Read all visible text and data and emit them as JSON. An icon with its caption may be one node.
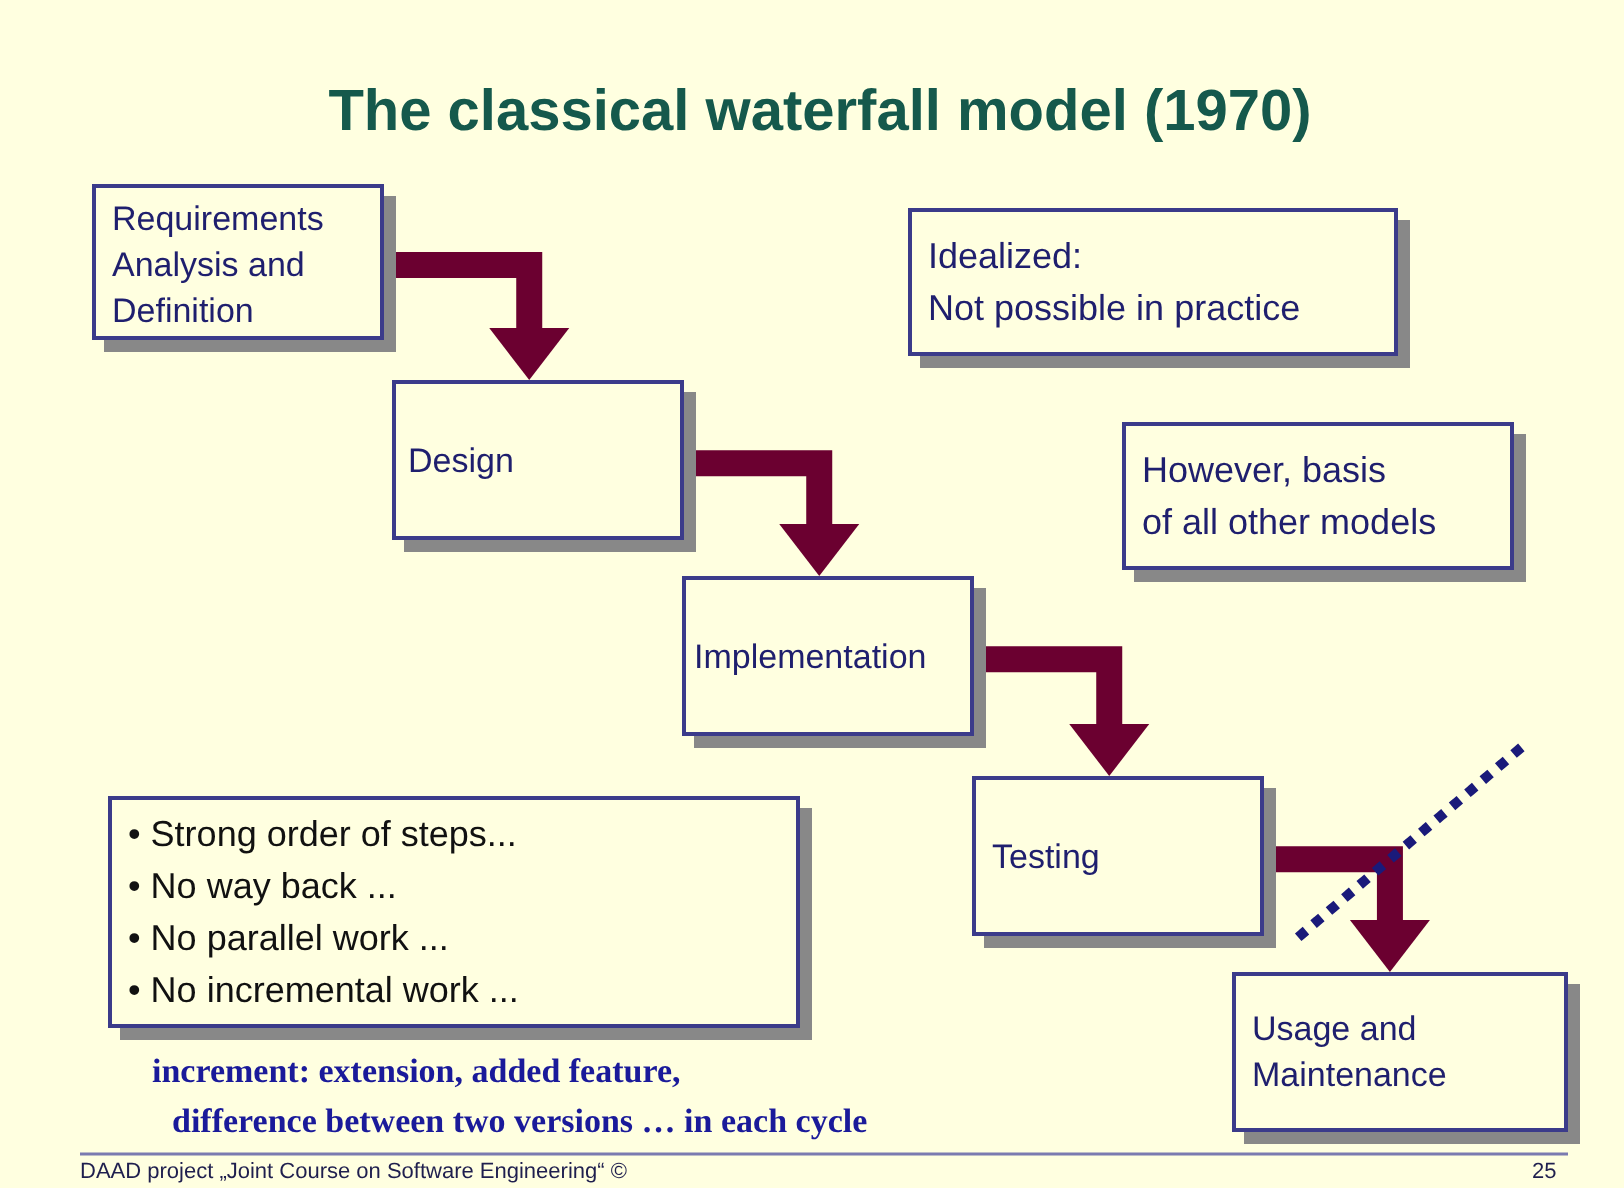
{
  "diagram": {
    "title": "The classical waterfall model (1970)",
    "nodes": [
      {
        "text": [
          "Requirements Analysis and Definition"
        ]
      },
      {
        "text": [
          "Design"
        ]
      },
      {
        "text": [
          "Implementation"
        ]
      },
      {
        "text": [
          "Testing"
        ]
      },
      {
        "text": [
          "Usage and Maintenance"
        ]
      },
      {
        "text": [
          "Idealized:",
          "Not possible in practice"
        ]
      },
      {
        "text": [
          "However, basis",
          "of all other models"
        ]
      },
      {
        "text": [
          "• Strong order of steps...",
          "• No way back ...",
          "• No parallel work ...",
          "• No incremental work ..."
        ]
      }
    ],
    "edges": [
      {
        "from": 0,
        "to": 1,
        "arrow": "to"
      },
      {
        "from": 1,
        "to": 2,
        "arrow": "to"
      },
      {
        "from": 2,
        "to": 3,
        "arrow": "to"
      },
      {
        "from": 3,
        "to": 4,
        "arrow": "to"
      }
    ],
    "labels": [
      "increment: extension, added feature,",
      "difference between two versions … in each cycle",
      "DAAD project „Joint Course on Software Engineering“ ©",
      "25"
    ]
  }
}
